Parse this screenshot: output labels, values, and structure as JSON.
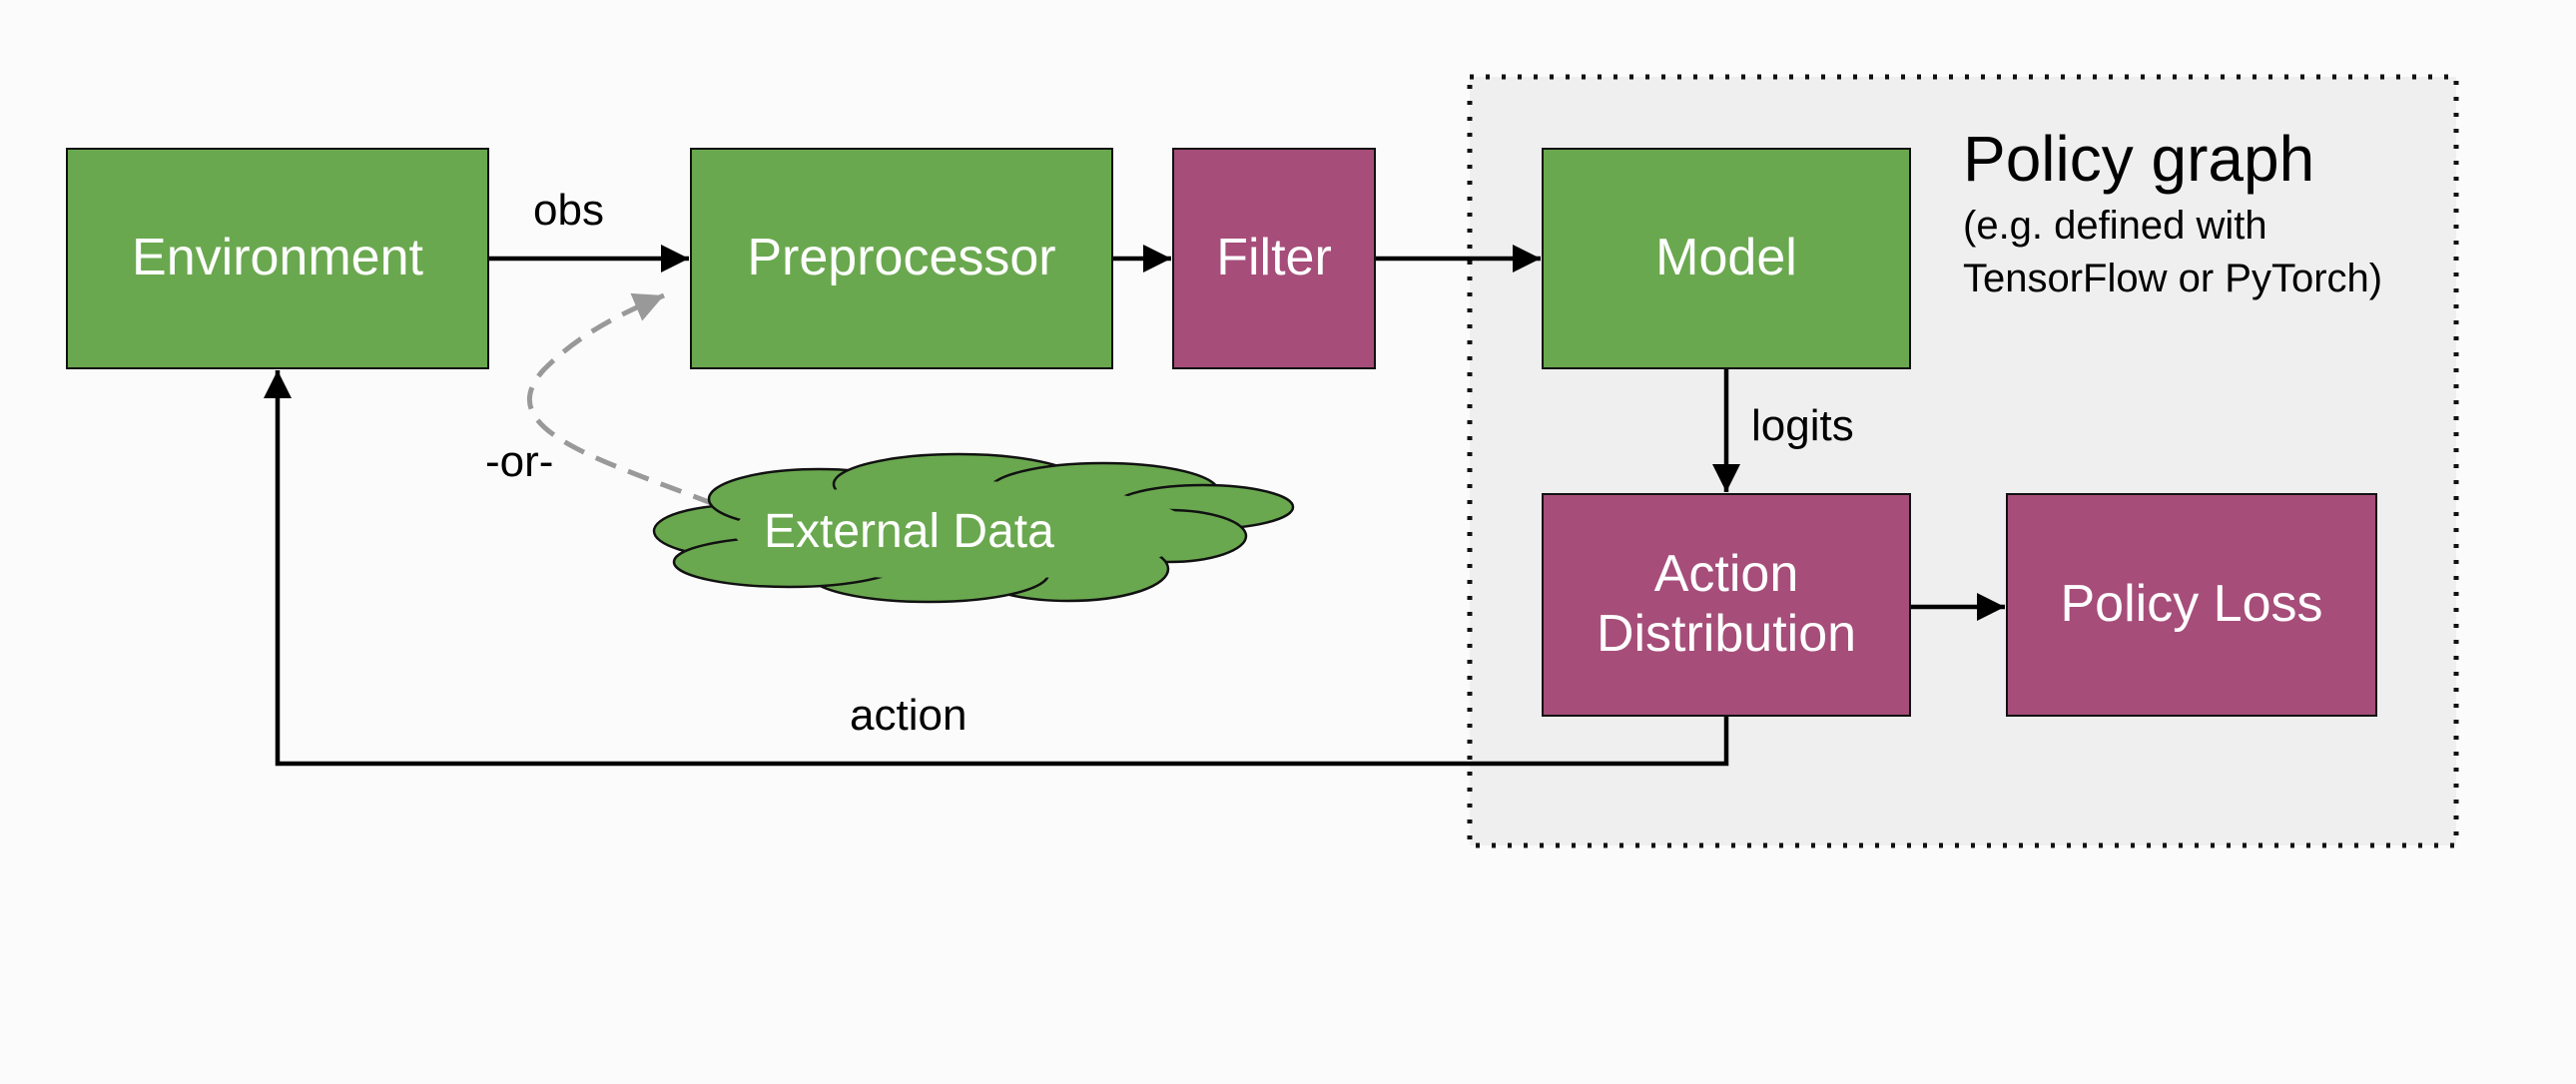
{
  "policy_graph": {
    "title": "Policy graph",
    "subtitle_line1": "(e.g. defined with",
    "subtitle_line2": "TensorFlow or PyTorch)"
  },
  "nodes": {
    "environment": "Environment",
    "preprocessor": "Preprocessor",
    "filter": "Filter",
    "model": "Model",
    "action_distribution_line1": "Action",
    "action_distribution_line2": "Distribution",
    "policy_loss": "Policy Loss",
    "external_data": "External Data"
  },
  "edges": {
    "obs": "obs",
    "logits": "logits",
    "action": "action",
    "or": "-or-"
  },
  "colors": {
    "green": "#6aa84f",
    "purple": "#a64d79",
    "policy_region_bg": "#efefef",
    "dashed_arrow": "#999999"
  }
}
